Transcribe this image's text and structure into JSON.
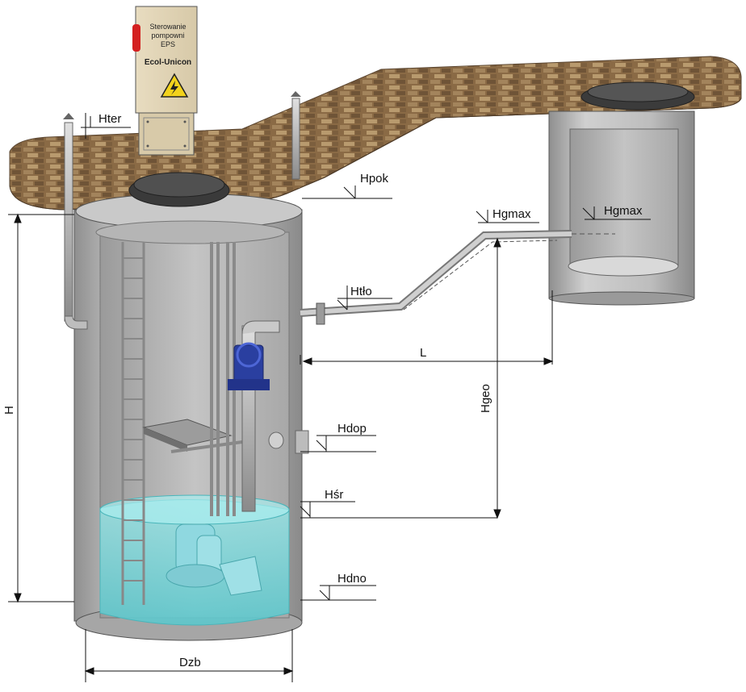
{
  "cabinet": {
    "line1": "Sterowanie",
    "line2": "pompowni",
    "line3": "EPS",
    "brand": "Ecol-Unicon"
  },
  "labels": {
    "hter": "Hter",
    "hpok": "Hpok",
    "hgmax_left": "Hgmax",
    "hgmax_right": "Hgmax",
    "htlo": "Htło",
    "hdop": "Hdop",
    "hsr": "Hśr",
    "hdno": "Hdno",
    "l": "L",
    "h": "H",
    "hgeo": "Hgeo",
    "dzb": "Dzb"
  },
  "colors": {
    "ground": "#8a6a45",
    "concrete": "#b9b9b9",
    "water": "#7fd6d8",
    "pump": "#8fd8e0",
    "valve": "#2a3fa0",
    "warning": "#f2d21c",
    "indicator": "#d42020"
  }
}
